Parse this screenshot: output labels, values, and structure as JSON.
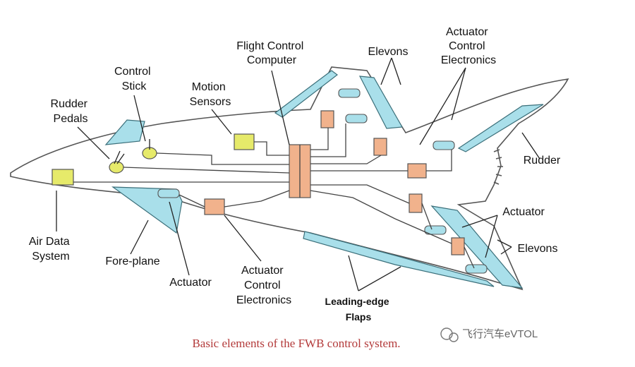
{
  "diagram": {
    "labels": {
      "flight_control_computer": [
        "Flight Control",
        "Computer"
      ],
      "elevons_top": "Elevons",
      "ace_top": [
        "Actuator",
        "Control",
        "Electronics"
      ],
      "control_stick": [
        "Control",
        "Stick"
      ],
      "rudder_pedals": [
        "Rudder",
        "Pedals"
      ],
      "motion_sensors": [
        "Motion",
        "Sensors"
      ],
      "rudder": "Rudder",
      "actuator_right": "Actuator",
      "elevons_right": "Elevons",
      "air_data_system": [
        "Air Data",
        "System"
      ],
      "fore_plane": "Fore-plane",
      "actuator_bottom": "Actuator",
      "ace_bottom": [
        "Actuator",
        "Control",
        "Electronics"
      ],
      "leading_edge_flaps": [
        "Leading-edge",
        "Flaps"
      ]
    },
    "caption": "Basic elements of the FWB control system.",
    "watermark": "飞行汽车eVTOL",
    "colors": {
      "control_surface": "#a9dfea",
      "sensor": "#e6ea6a",
      "electronics": "#f1b28c",
      "caption": "#b33a3a"
    }
  }
}
